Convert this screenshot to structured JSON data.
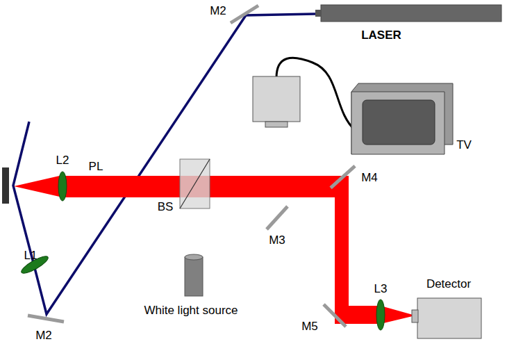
{
  "diagram": {
    "labels": [
      "LASER",
      "M2",
      "TV",
      "L2",
      "PL",
      "BS",
      "M4",
      "M3",
      "L1",
      "White light source",
      "M2",
      "M5",
      "L3",
      "Detector"
    ]
  }
}
